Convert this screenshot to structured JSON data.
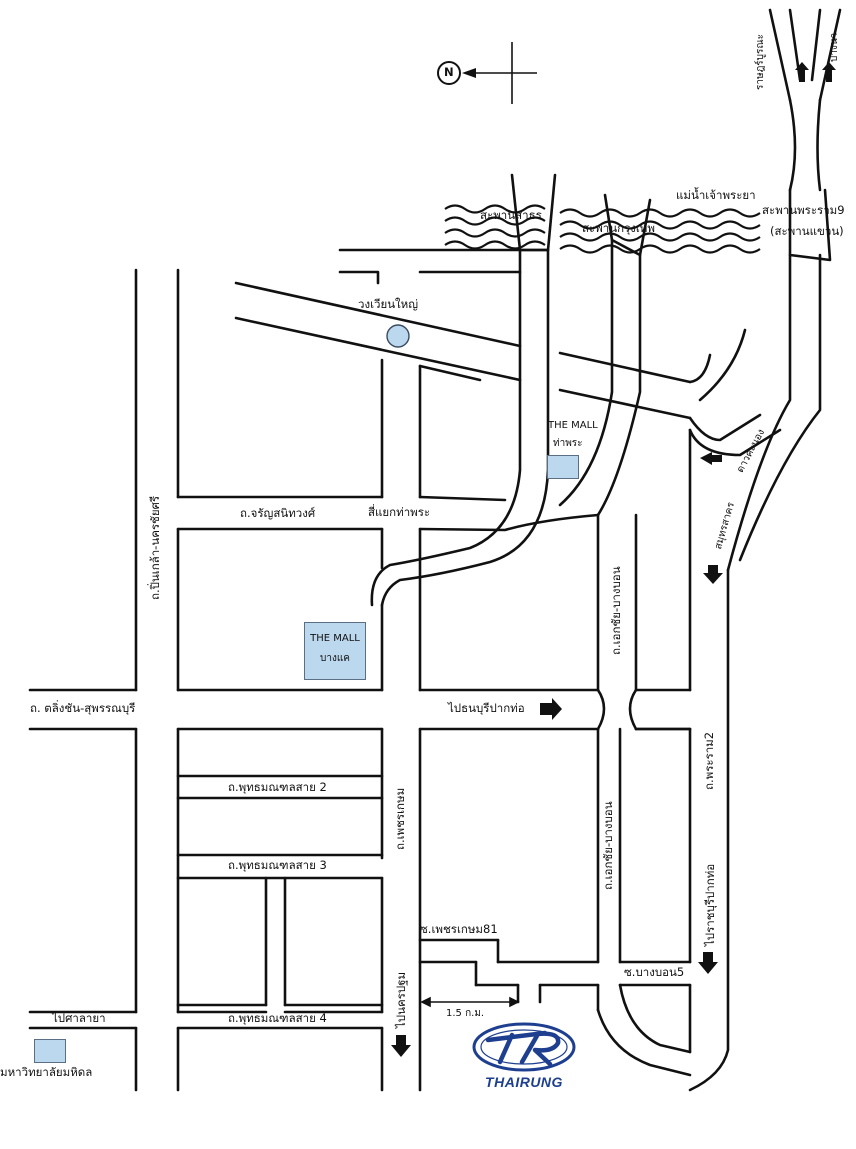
{
  "labels": {
    "north": "N",
    "chao_phraya": "แม่น้ำเจ้าพระยา",
    "sathorn_bridge": "สะพานสาธร",
    "krungthep_bridge": "สะพานกรุงเทพ",
    "rama9_bridge": "สะพานพระราม9",
    "rama9_bridge_alt": "(สะพานแขวน)",
    "rat_burana_top": "ราษฎร์บูรณะ",
    "bang_na_top": "บางนา",
    "wongwian_yai": "วงเวียนใหญ่",
    "the_mall_thaphra": "THE MALL",
    "thaphra": "ท่าพระ",
    "dao_khanong": "ดาวคะนอง",
    "samut_sakhon": "สมุทรสาคร",
    "charansanitwong": "ถ.จรัญสนิทวงศ์",
    "sae_tha_phra": "สี่แยกท่าพระ",
    "pinklao_nakhonchaisi": "ถ.ปิ่นเกล้า-นครชัยศรี",
    "ekkachai_bangbon_top": "ถ.เอกชัย-บางบอน",
    "the_mall_bangkhae": "THE MALL",
    "bangkhae": "บางแค",
    "taling_chan_suphan": "ถ. ตลิ่งชัน-สุพรรณบุรี",
    "to_thonburi_paktho": "ไปธนบุรีปากท่อ",
    "rama2": "ถ.พระราม2",
    "phutthamonthon2": "ถ.พุทธมณฑลสาย 2",
    "phetkasem": "ถ.เพชรเกษม",
    "ekkachai_bangbon_bottom": "ถ.เอกชัย-บางบอน",
    "phutthamonthon3": "ถ.พุทธมณฑลสาย 3",
    "to_ratchaburi_paktho": "ไปราชบุรีปากท่อ",
    "soi_phetkasem81": "ซ.เพชรเกษม81",
    "soi_bangbon5": "ซ.บางบอน5",
    "to_nakhonpathom": "ไปนครปฐม",
    "distance": "1.5 ก.ม.",
    "to_salaya": "ไปศาลายา",
    "phutthamonthon4": "ถ.พุทธมณฑลสาย 4",
    "mahidol": "มหาวิทยาลัยมหิดล"
  },
  "logo": {
    "mark": "TR",
    "name": "THAIRUNG",
    "color": "#1e3f8f"
  },
  "colors": {
    "landmark_fill": "#bcd8ee",
    "ink": "#111111"
  },
  "icons": [
    "north-arrow-icon",
    "compass-cross-icon",
    "direction-arrow-icon",
    "river-waves-icon"
  ]
}
